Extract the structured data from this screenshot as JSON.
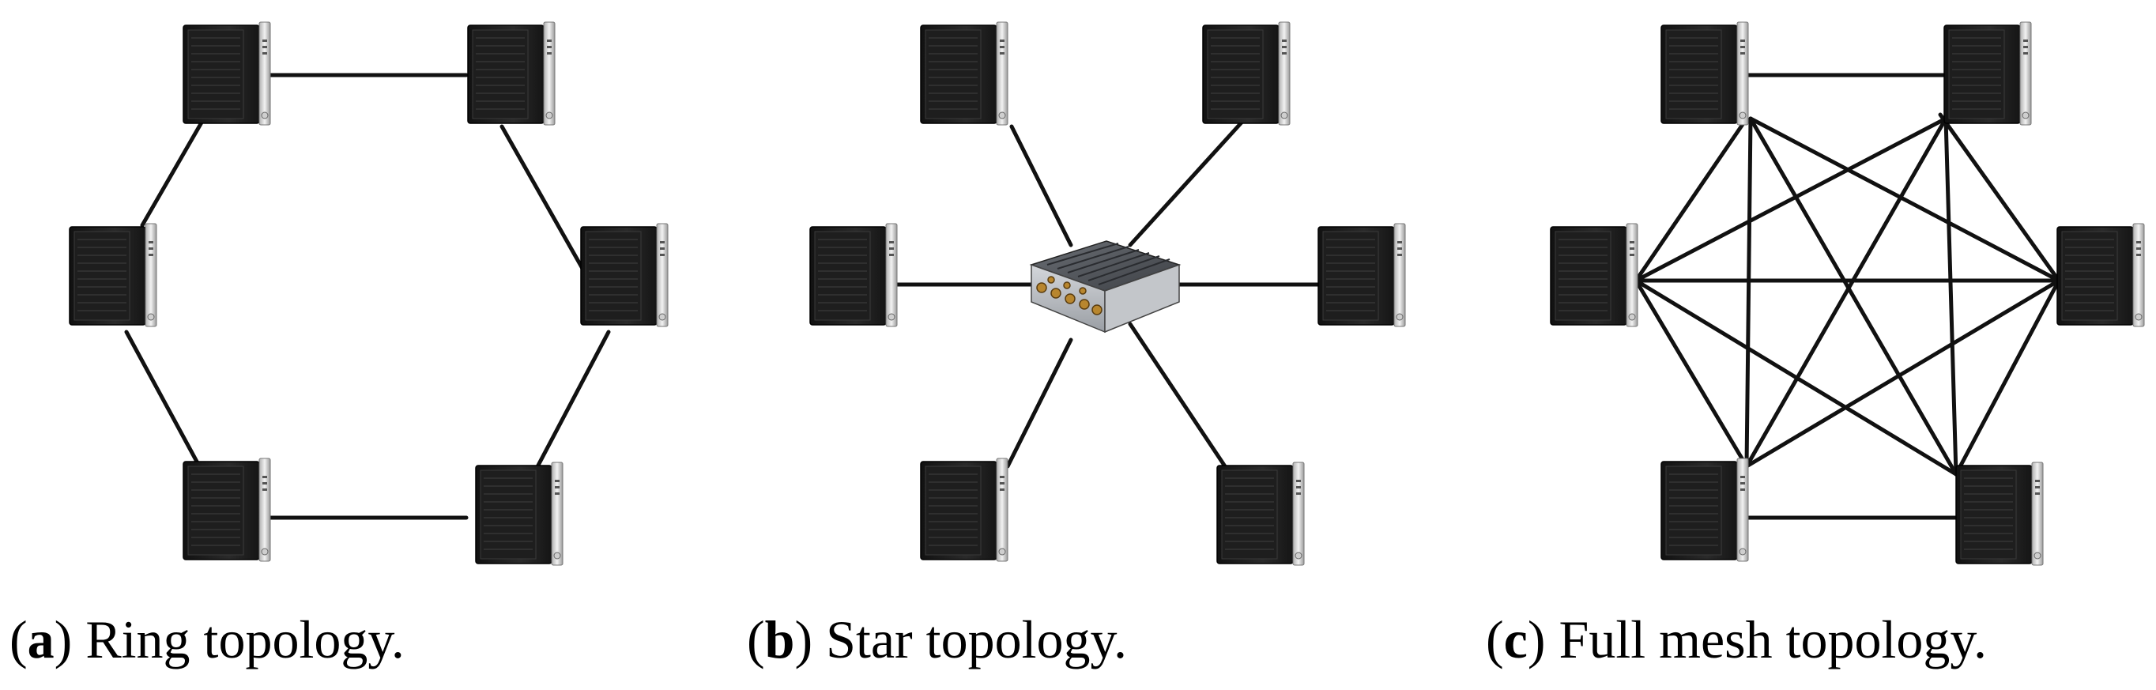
{
  "figures": [
    {
      "id": "a",
      "label": "a",
      "caption": "Ring topology.",
      "topology": "ring",
      "node_count": 6
    },
    {
      "id": "b",
      "label": "b",
      "caption": "Star topology.",
      "topology": "star",
      "node_count": 6,
      "central_device": "network-switch-icon"
    },
    {
      "id": "c",
      "label": "c",
      "caption": "Full mesh topology.",
      "topology": "full-mesh",
      "node_count": 6
    }
  ],
  "icons": {
    "node": "desktop-tower-icon",
    "hub": "network-switch-icon"
  },
  "colors": {
    "link": "#111111",
    "tower_body": "#1c1c1c",
    "tower_side": "#2e2e2e",
    "tower_accent": "#d9d9d9",
    "switch_body": "#a9adb3"
  }
}
